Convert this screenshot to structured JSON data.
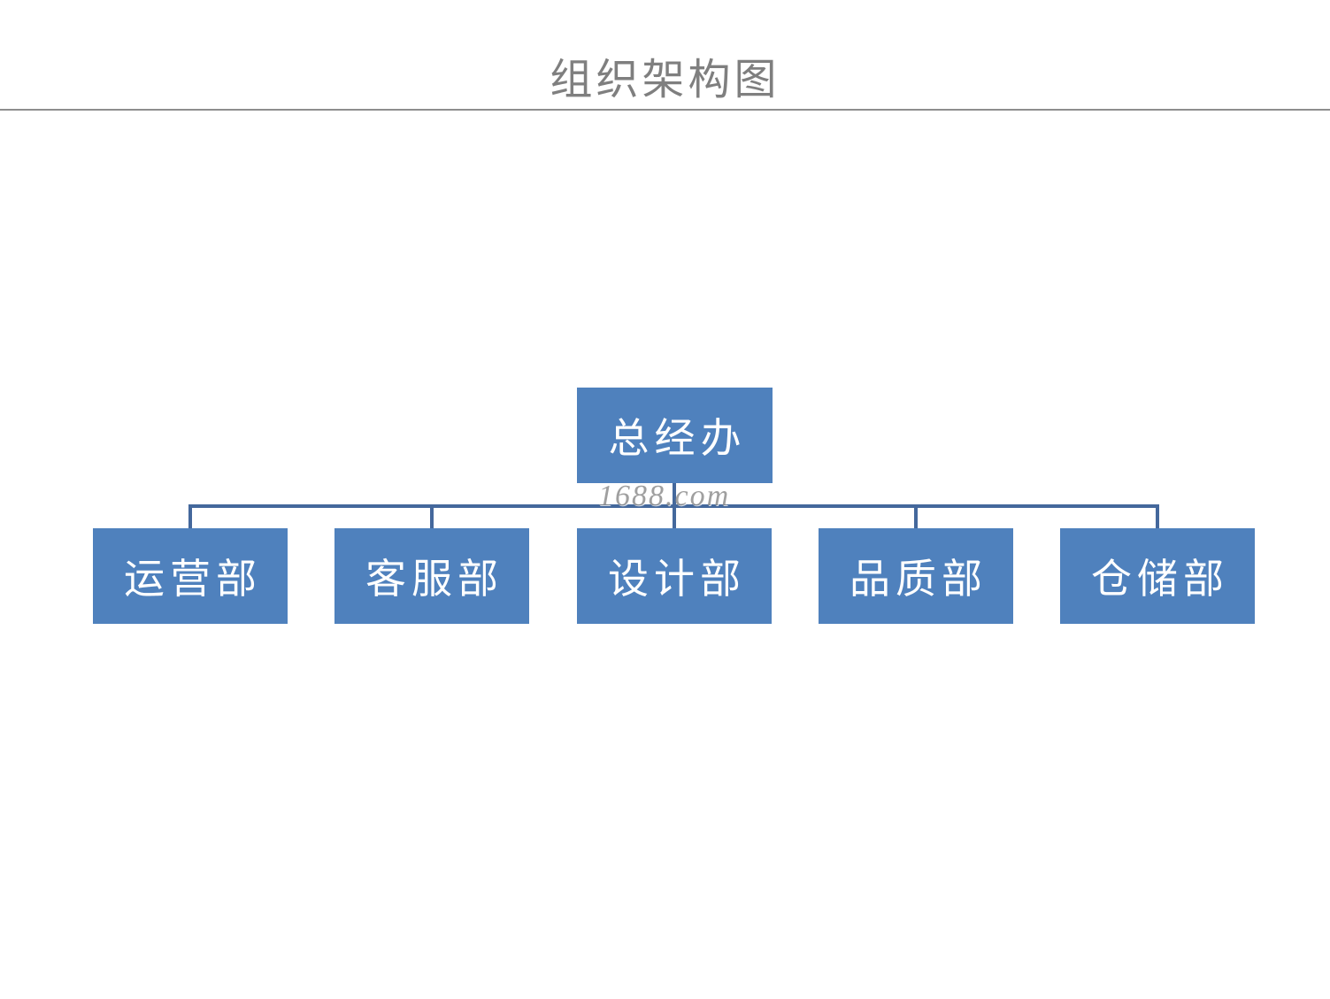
{
  "page": {
    "title": "组织架构图"
  },
  "watermark": {
    "text": "1688.com"
  },
  "org_chart": {
    "type": "org-tree",
    "root": {
      "label": "总经办"
    },
    "children": [
      {
        "label": "运营部"
      },
      {
        "label": "客服部"
      },
      {
        "label": "设计部"
      },
      {
        "label": "品质部"
      },
      {
        "label": "仓储部"
      }
    ]
  },
  "colors": {
    "box_fill": "#4f81bd",
    "connector": "#44689c",
    "title_text": "#7f7f7f",
    "box_text": "#ffffff",
    "divider": "#8e8e8e",
    "watermark_text": "#8f8f8f",
    "canvas_bg": "#ffffff"
  }
}
